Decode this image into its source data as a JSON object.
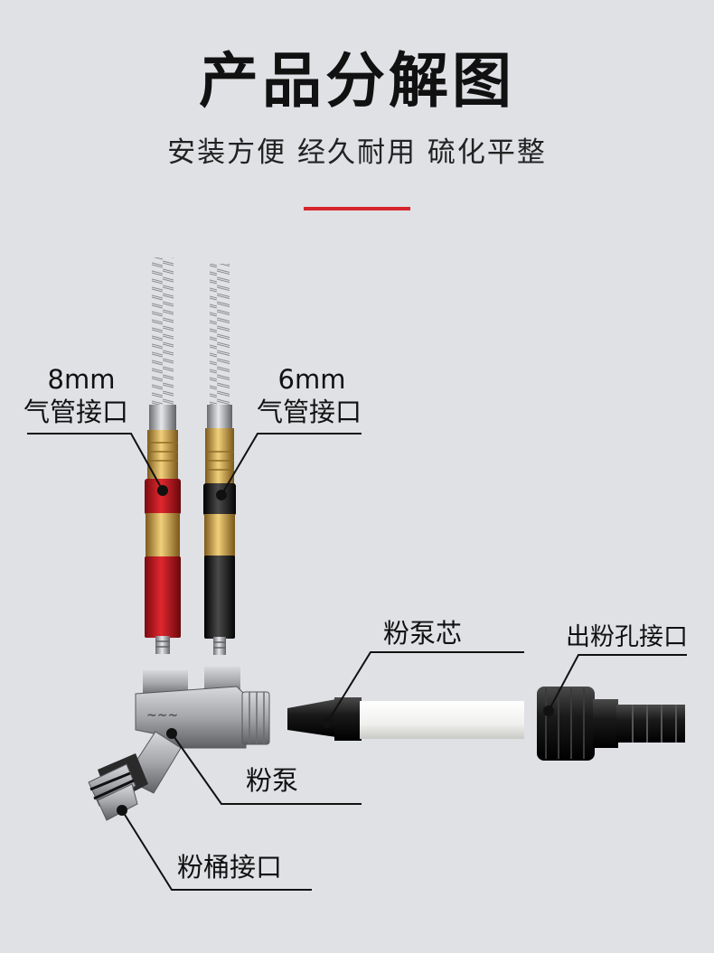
{
  "header": {
    "title": "产品分解图",
    "subtitle": "安装方便  经久耐用  硫化平整",
    "accent_color": "#d6252c"
  },
  "callouts": {
    "air_8mm": {
      "size": "8mm",
      "name": "气管接口"
    },
    "air_6mm": {
      "size": "6mm",
      "name": "气管接口"
    },
    "pump_core": {
      "name": "粉泵芯"
    },
    "outlet": {
      "name": "出粉孔接口"
    },
    "pump": {
      "name": "粉泵"
    },
    "bucket": {
      "name": "粉桶接口"
    }
  },
  "colors": {
    "red_anodized": "#c8141c",
    "black_anodized": "#1a1a1a",
    "brass": "#c9a04a",
    "silver": "#9a9ca0",
    "white_core": "#f2f2f0",
    "background": "#dfe1e5"
  }
}
